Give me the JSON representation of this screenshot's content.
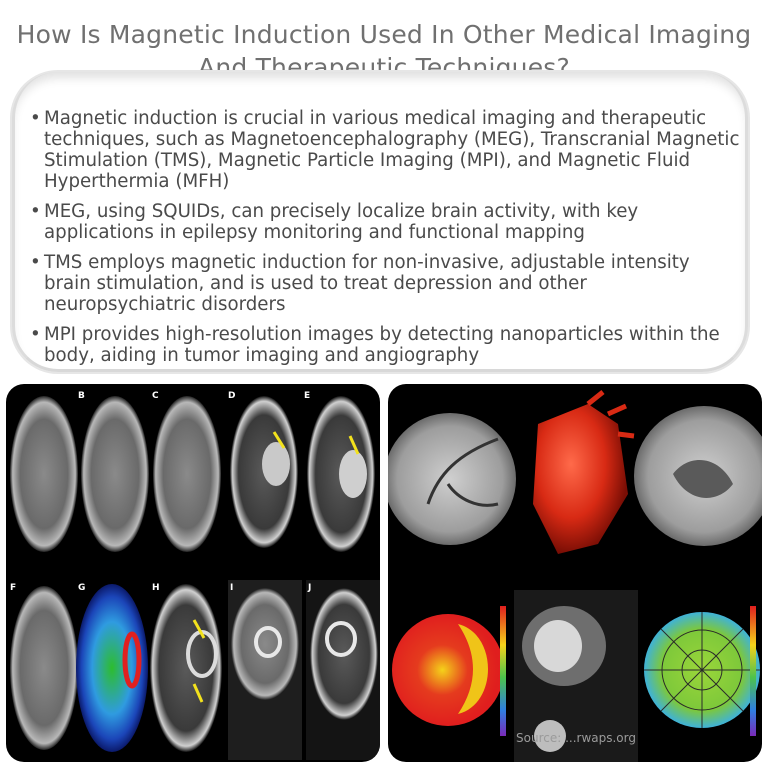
{
  "title": "How Is Magnetic Induction Used In Other Medical Imaging And Therapeutic Techniques?",
  "bullets": [
    "Magnetic induction is crucial in various medical imaging and therapeutic techniques, such as Magnetoencephalography (MEG), Transcranial Magnetic Stimulation (TMS), Magnetic Particle Imaging (MPI), and Magnetic Fluid Hyperthermia (MFH)",
    "MEG, using SQUIDs, can precisely localize brain activity, with key applications in epilepsy monitoring and functional mapping",
    "TMS employs magnetic induction for non-invasive, adjustable intensity brain stimulation, and is used to treat depression and other neuropsychiatric disorders",
    "MPI provides high-resolution images by detecting nanoparticles within the body, aiding in tumor imaging and angiography"
  ],
  "brain_panel_labels": [
    "B",
    "C",
    "D",
    "E",
    "F",
    "G",
    "H",
    "I",
    "J"
  ],
  "source_watermark": "Source: ...rwaps.org",
  "colors": {
    "title": "#707070",
    "text": "#4a4a4a",
    "panel_bg": "#000000"
  }
}
